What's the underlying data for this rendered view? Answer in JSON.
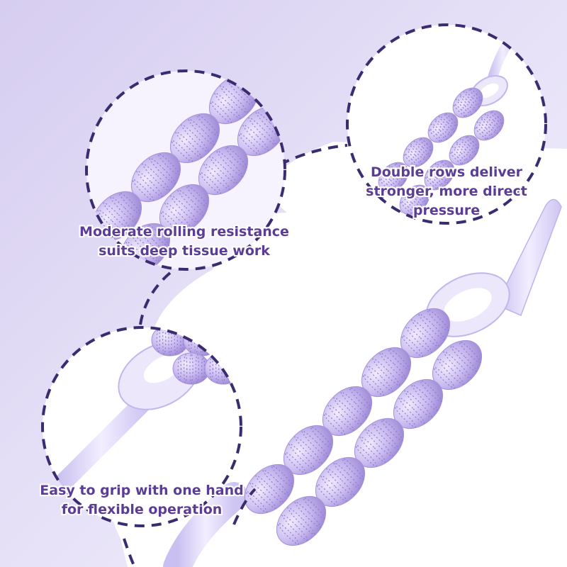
{
  "colors": {
    "background_top": "#d9d1f1",
    "background_bottom": "#f4f1fc",
    "dashed_outline": "#3a2c6e",
    "roller_light": "#efeaff",
    "roller_mid": "#c8b9ef",
    "roller_dark": "#9f8bd8",
    "caption_text": "#5b3d95"
  },
  "callouts": [
    {
      "id": "rolling-resistance",
      "lines": [
        "Moderate rolling resistance",
        "suits deep tissue work"
      ]
    },
    {
      "id": "double-rows",
      "lines": [
        "Double rows deliver",
        "stronger, more direct",
        "pressure"
      ]
    },
    {
      "id": "grip",
      "lines": [
        "Easy to grip with one hand",
        "for flexible operation"
      ]
    }
  ],
  "icons": {
    "product": "double-row-massage-roller",
    "outline_style": "dashed-circle"
  }
}
